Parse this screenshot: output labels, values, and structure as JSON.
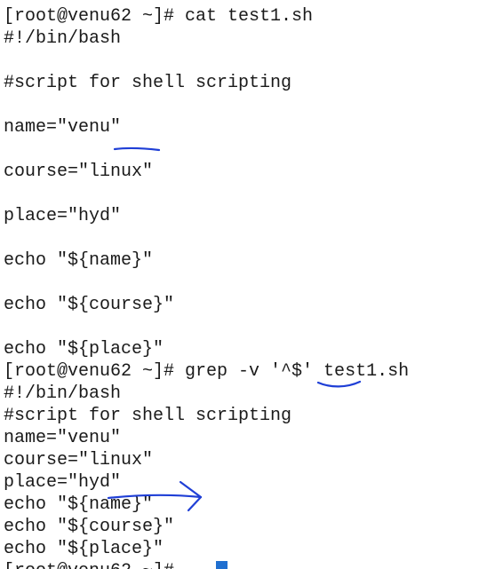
{
  "terminal": {
    "lines": [
      "[root@venu62 ~]# cat test1.sh",
      "#!/bin/bash",
      "",
      "#script for shell scripting",
      "",
      "name=\"venu\"",
      "",
      "course=\"linux\"",
      "",
      "place=\"hyd\"",
      "",
      "echo \"${name}\"",
      "",
      "echo \"${course}\"",
      "",
      "echo \"${place}\"",
      "[root@venu62 ~]# grep -v '^$' test1.sh",
      "#!/bin/bash",
      "#script for shell scripting",
      "name=\"venu\"",
      "course=\"linux\"",
      "place=\"hyd\"",
      "echo \"${name}\"",
      "echo \"${course}\"",
      "echo \"${place}\"",
      "[root@venu62 ~]# "
    ]
  },
  "colors": {
    "background": "#ffffff",
    "text": "#1a1a1a",
    "annotation_ink": "#1f3fd6",
    "cursor": "#1f6fd0"
  }
}
